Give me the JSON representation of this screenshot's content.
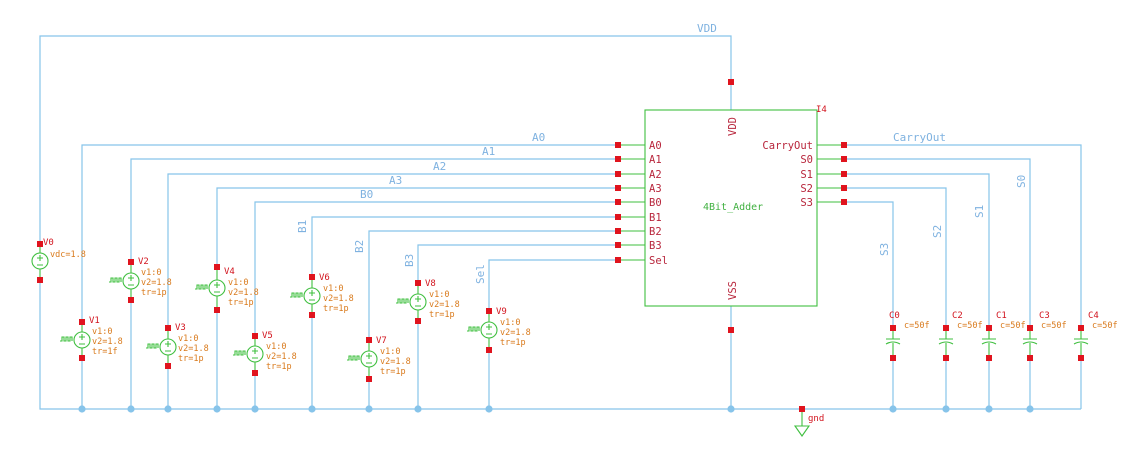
{
  "block": {
    "cell_name": "4Bit_Adder",
    "instance": "I4",
    "inputs": [
      "A0",
      "A1",
      "A2",
      "A3",
      "B0",
      "B1",
      "B2",
      "B3",
      "Sel"
    ],
    "outputs": [
      "CarryOut",
      "S0",
      "S1",
      "S2",
      "S3"
    ],
    "supply_top": "VDD",
    "supply_bottom": "VSS"
  },
  "nets": {
    "vdd": "VDD",
    "carry": "CarryOut",
    "s0": "S0",
    "s1": "S1",
    "s2": "S2",
    "s3": "S3",
    "a0": "A0",
    "a1": "A1",
    "a2": "A2",
    "a3": "A3",
    "b0": "B0",
    "b1": "B1",
    "b2": "B2",
    "b3": "B3",
    "sel": "Sel",
    "gnd": "gnd"
  },
  "sources": [
    {
      "name": "V0",
      "params": [
        "vdc=1.8"
      ]
    },
    {
      "name": "V1",
      "params": [
        "v1:0",
        "v2=1.8",
        "tr=1f"
      ]
    },
    {
      "name": "V2",
      "params": [
        "v1:0",
        "v2=1.8",
        "tr=1p"
      ]
    },
    {
      "name": "V3",
      "params": [
        "v1:0",
        "v2=1.8",
        "tr=1p"
      ]
    },
    {
      "name": "V4",
      "params": [
        "v1:0",
        "v2=1.8",
        "tr=1p"
      ]
    },
    {
      "name": "V5",
      "params": [
        "v1:0",
        "v2=1.8",
        "tr=1p"
      ]
    },
    {
      "name": "V6",
      "params": [
        "v1:0",
        "v2=1.8",
        "tr=1p"
      ]
    },
    {
      "name": "V7",
      "params": [
        "v1:0",
        "v2=1.8",
        "tr=1p"
      ]
    },
    {
      "name": "V8",
      "params": [
        "v1:0",
        "v2=1.8",
        "tr=1p"
      ]
    },
    {
      "name": "V9",
      "params": [
        "v1:0",
        "v2=1.8",
        "tr=1p"
      ]
    }
  ],
  "caps": [
    {
      "name": "C0",
      "value": "c=50f"
    },
    {
      "name": "C2",
      "value": "c=50f"
    },
    {
      "name": "C1",
      "value": "c=50f"
    },
    {
      "name": "C3",
      "value": "c=50f"
    },
    {
      "name": "C4",
      "value": "c=50f"
    }
  ]
}
